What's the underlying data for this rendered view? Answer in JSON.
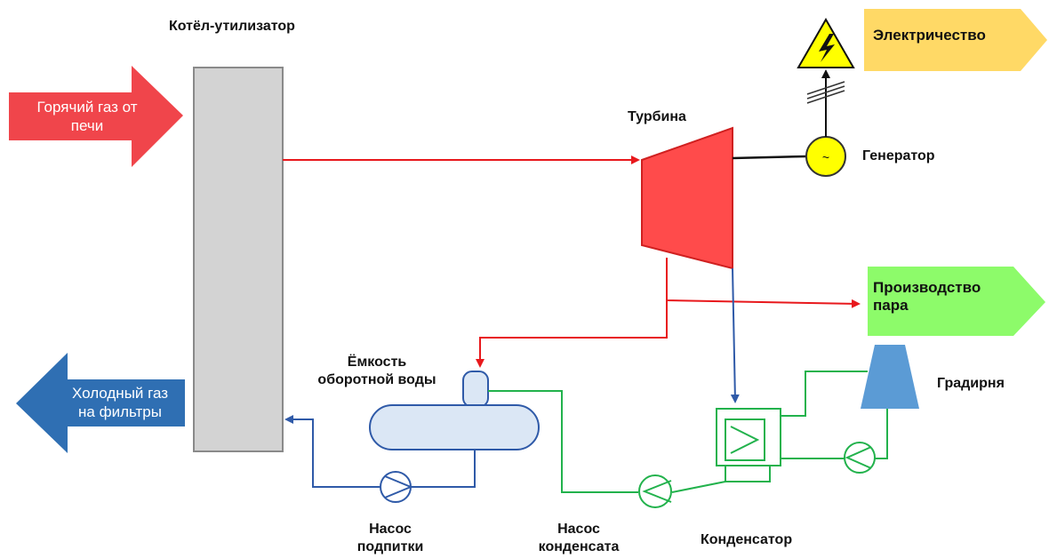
{
  "labels": {
    "boiler": "Котёл-утилизатор",
    "turbine": "Турбина",
    "generator": "Генератор",
    "electricity": "Электричество",
    "steam_production": "Производство\nпара",
    "hot_gas": "Горячий газ от\nпечи",
    "cold_gas": "Холодный газ\nна фильтры",
    "water_tank": "Ёмкость\nоборотной воды",
    "cooling_tower": "Градирня",
    "makeup_pump": "Насос\nподпитки",
    "condensate_pump": "Насос\nконденсата",
    "condenser": "Конденсатор",
    "generator_symbol": "~"
  },
  "colors": {
    "steam_line": "#e8181c",
    "water_line": "#2f5aa8",
    "cooling_line": "#22b24c",
    "hot_gas_arrow": "#f0454b",
    "cold_gas_arrow": "#2f6fb3",
    "electricity_arrow": "#ffd966",
    "steam_arrow": "#8dfb6a",
    "boiler": "#d3d3d3",
    "turbine": "#ff4b4b",
    "generator": "#ffff00",
    "tank": "#dbe7f5",
    "cooling_tower": "#5b9bd5"
  }
}
